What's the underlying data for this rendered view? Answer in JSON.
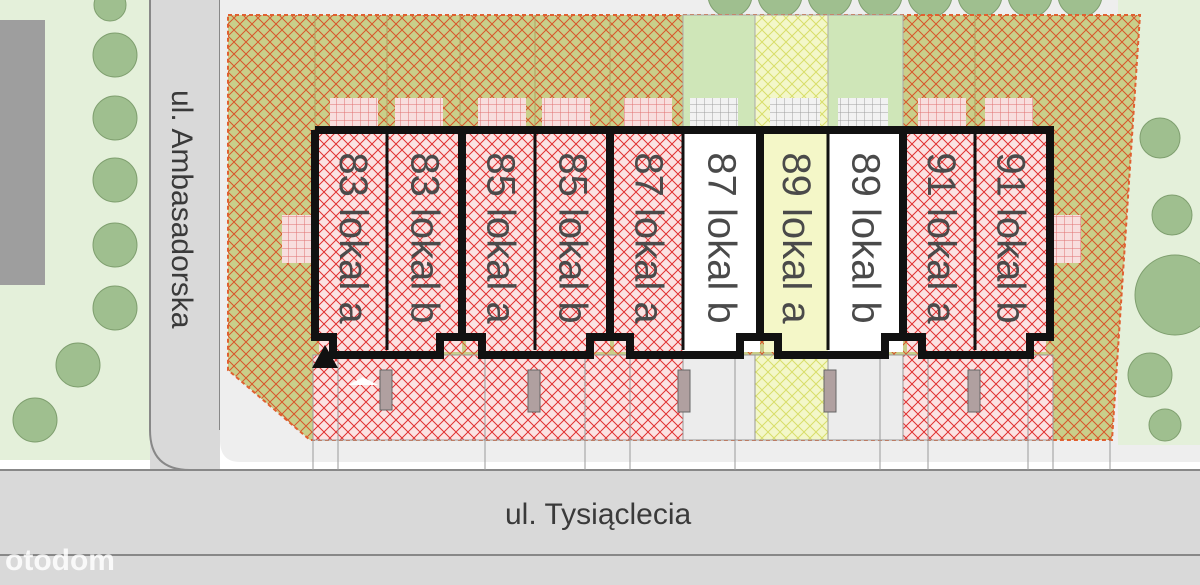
{
  "streets": {
    "left": "ul. Ambasadorska",
    "bottom": "ul. Tysiąclecia"
  },
  "units": [
    {
      "label": "83 lokal a",
      "status": "sold"
    },
    {
      "label": "83 lokal b",
      "status": "sold"
    },
    {
      "label": "85 lokal a",
      "status": "sold"
    },
    {
      "label": "85 lokal b",
      "status": "sold"
    },
    {
      "label": "87 lokal a",
      "status": "sold"
    },
    {
      "label": "87 lokal b",
      "status": "available"
    },
    {
      "label": "89 lokal a",
      "status": "reserved"
    },
    {
      "label": "89 lokal b",
      "status": "available"
    },
    {
      "label": "91 lokal a",
      "status": "sold"
    },
    {
      "label": "91 lokal b",
      "status": "sold"
    }
  ],
  "colors": {
    "sold_hatch": "#e03030",
    "reserved_fill": "#f4f7c8",
    "available_fill": "#ffffff",
    "lawn": "#cfe6b8",
    "plot_hatch": "#d8562a",
    "road": "#d9d9d9",
    "tree": "#9fbf8f",
    "walls": "#111111"
  },
  "watermark": "otodom"
}
